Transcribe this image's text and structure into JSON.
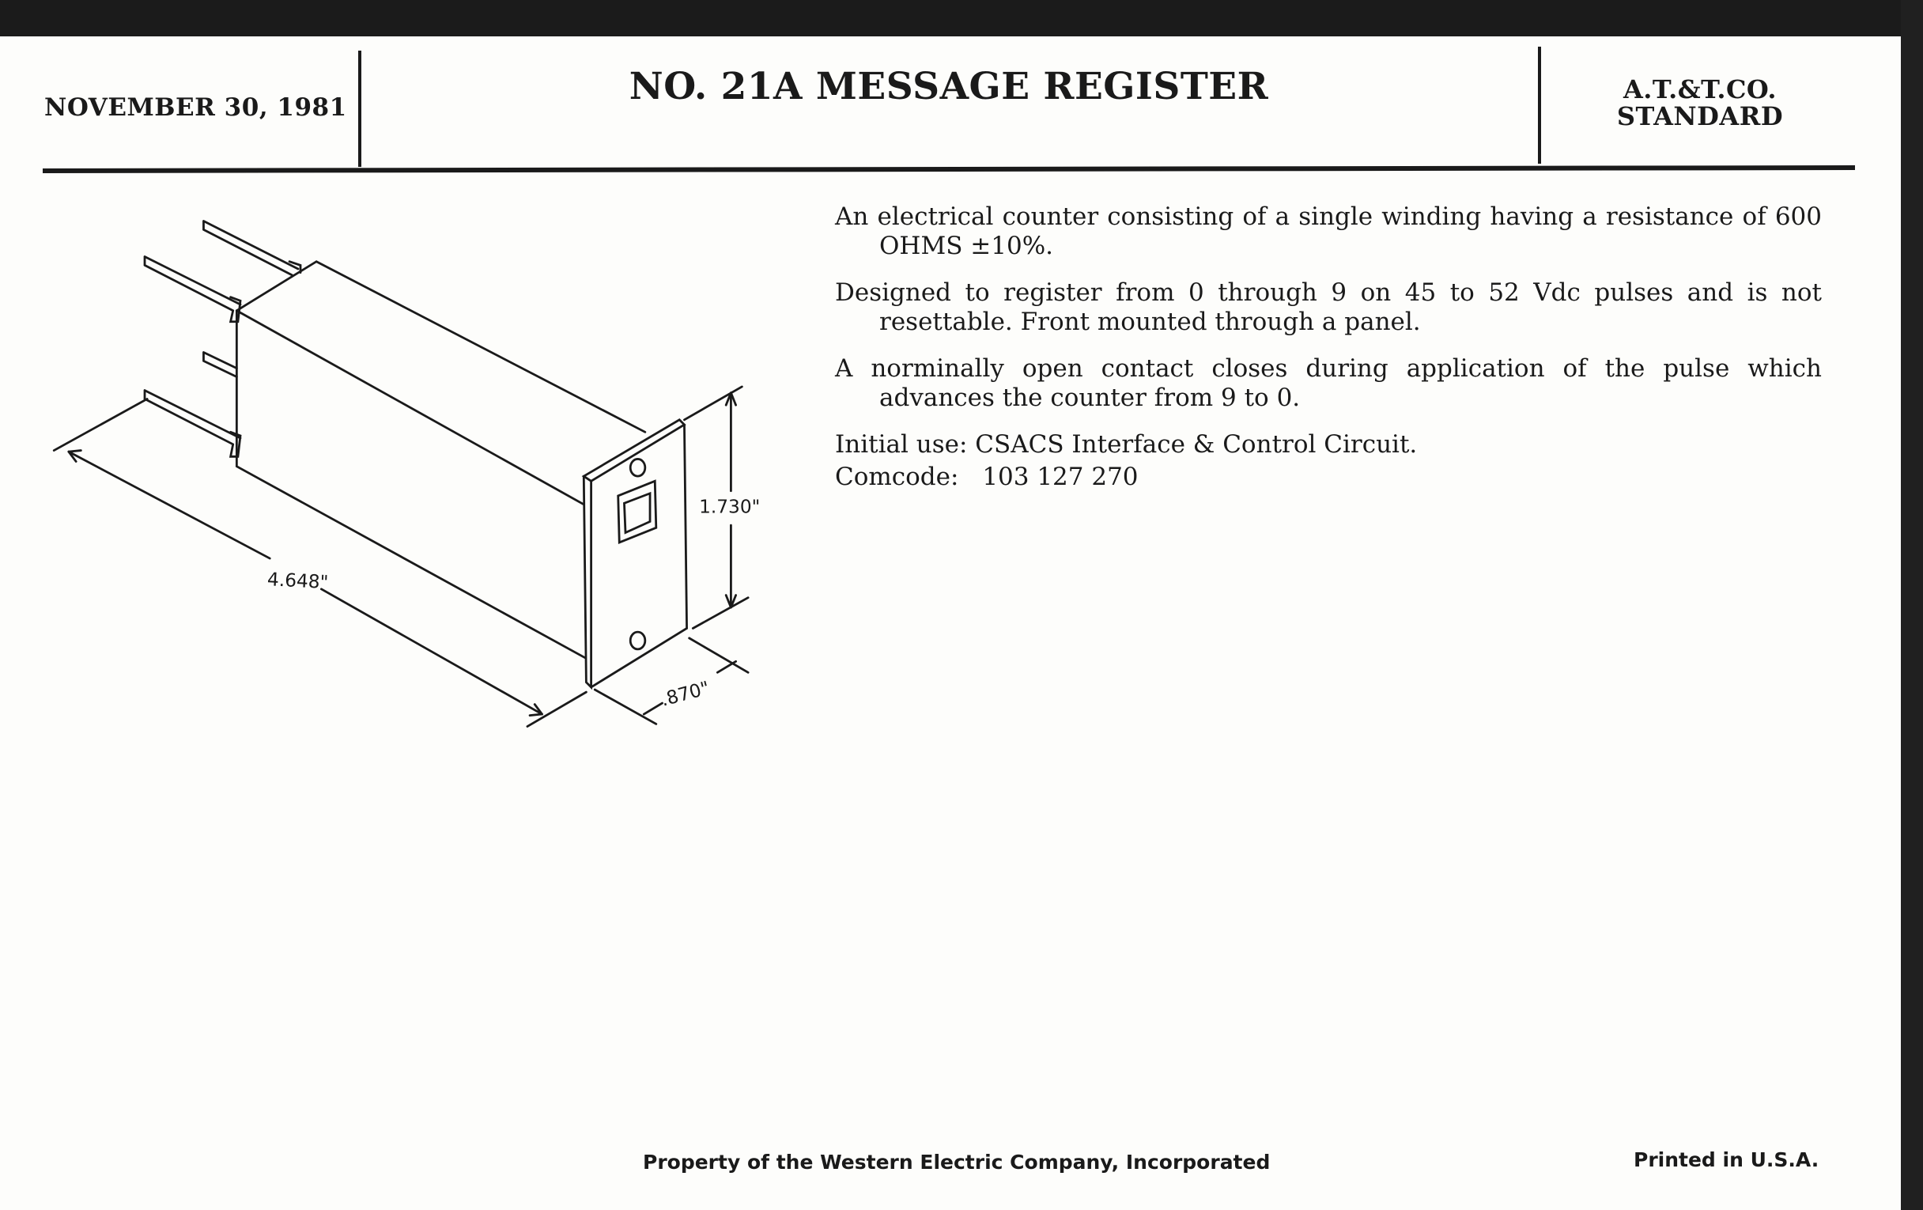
{
  "header": {
    "date": "NOVEMBER 30, 1981",
    "title": "NO. 21A MESSAGE REGISTER",
    "standard_line1": "A.T.&T.CO.",
    "standard_line2": "STANDARD"
  },
  "figure": {
    "dim_length": "4.648\"",
    "dim_height": "1.730\"",
    "dim_width": ".870\""
  },
  "description": {
    "paragraphs": [
      "An electrical counter consisting of a single winding having a resistance of 600 OHMS ±10%.",
      "Designed to register from 0 through 9 on 45 to 52 Vdc pulses and is not resettable. Front mounted through a panel.",
      "A norminally open contact closes during application of the pulse which advances the counter from 9 to 0.",
      "Initial use: CSACS Interface & Control Circuit."
    ],
    "comcode_label": "Comcode:",
    "comcode_value": "103 127 270"
  },
  "footer": {
    "property": "Property of the Western Electric Company, Incorporated",
    "printed": "Printed in U.S.A."
  }
}
